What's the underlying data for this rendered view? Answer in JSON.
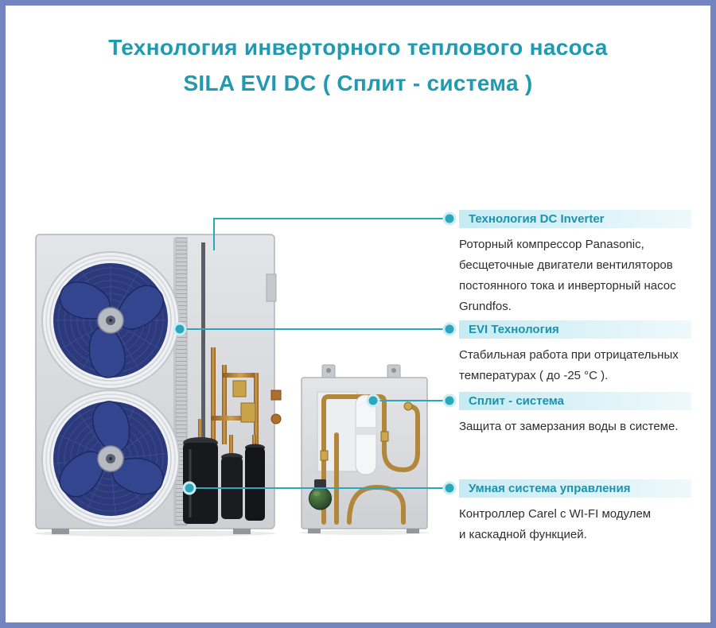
{
  "page": {
    "title_line1": "Технология инверторного теплового насоса",
    "title_line2": "SILA EVI DC ( Сплит - система )"
  },
  "callouts": [
    {
      "label": "Технология DC Inverter",
      "text": "Роторный компрессор Panasonic, бесщеточные двигатели вентиляторов постоянного тока и инверторный насос Grundfos."
    },
    {
      "label": "EVI Технология",
      "text": "Стабильная работа при отрицательных температурах ( до -25 °C )."
    },
    {
      "label": "Сплит - система",
      "text": "Защита от замерзания воды в системе."
    },
    {
      "label": "Умная система управления",
      "text": "Контроллер Carel с WI-FI модулем и каскадной функцией."
    }
  ],
  "colors": {
    "accent_teal": "#1f9ab0",
    "connector_teal": "#2ba6ba",
    "callout_bar_blue": "#c6ebf3",
    "page_border_blue": "#7484c1",
    "fan_blue": "#2c3a7c",
    "copper": "#b2863b",
    "pump_green": "#2f5a2c",
    "body_text": "#2e2e2e"
  }
}
